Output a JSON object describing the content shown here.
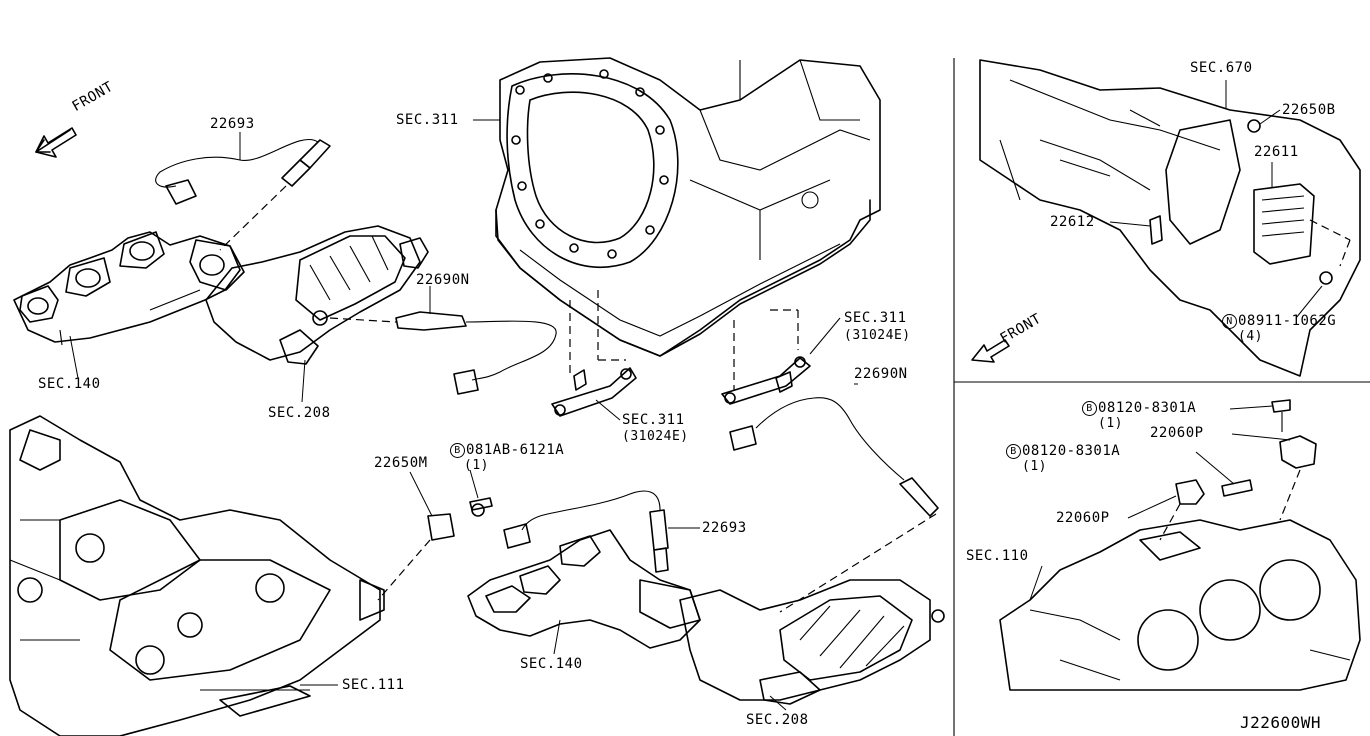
{
  "diagram_code": "J22600WH",
  "front_labels": [
    "FRONT",
    "FRONT"
  ],
  "parts": {
    "p22693_top": "22693",
    "p22693_bottom": "22693",
    "p22690N_top": "22690N",
    "p22690N_right": "22690N",
    "p22650M": "22650M",
    "p22650B": "22650B",
    "p22611": "22611",
    "p22612": "22612",
    "p22060P_top": "22060P",
    "p22060P_bottom": "22060P"
  },
  "bolts": {
    "b081AB": {
      "prefix": "B",
      "code": "081AB-6121A",
      "qty": "(1)"
    },
    "b08120_top": {
      "prefix": "B",
      "code": "08120-8301A",
      "qty": "(1)"
    },
    "b08120_bottom": {
      "prefix": "B",
      "code": "08120-8301A",
      "qty": "(1)"
    },
    "n08911": {
      "prefix": "N",
      "code": "08911-1062G",
      "qty": "(4)"
    }
  },
  "sections": {
    "sec140_left": "SEC.140",
    "sec208_left": "SEC.208",
    "sec311_top": "SEC.311",
    "sec311_right": "SEC.311",
    "sec311_right_sub": "(31024E)",
    "sec311_mid": "SEC.311",
    "sec311_mid_sub": "(31024E)",
    "sec140_bottom": "SEC.140",
    "sec208_bottom": "SEC.208",
    "sec111": "SEC.111",
    "sec670": "SEC.670",
    "sec110": "SEC.110"
  }
}
